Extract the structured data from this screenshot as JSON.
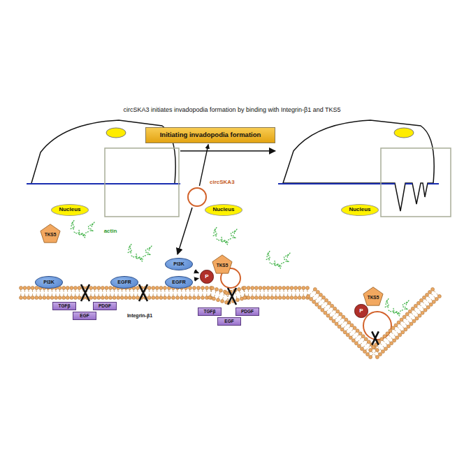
{
  "diagram": {
    "title": "circSKA3 initiates invadopodia formation by binding with Integrin-β1 and TKS5",
    "nodes": [
      {
        "text": [
          "Initiating invadopodia formation"
        ]
      },
      {
        "text": [
          "circSKA3"
        ]
      },
      {
        "text": [
          "Nucleus"
        ]
      },
      {
        "text": [
          "Nucleus"
        ]
      },
      {
        "text": [
          "Nucleus"
        ]
      },
      {
        "text": [
          "TKS5"
        ]
      },
      {
        "text": [
          "PI3K"
        ]
      },
      {
        "text": [
          "EGFR"
        ]
      },
      {
        "text": [
          "TGFβ"
        ]
      },
      {
        "text": [
          "PDGF"
        ]
      },
      {
        "text": [
          "EGF"
        ]
      },
      {
        "text": [
          "PI3K"
        ]
      },
      {
        "text": [
          "EGFR"
        ]
      },
      {
        "text": [
          "TKS5"
        ]
      },
      {
        "text": [
          "P"
        ]
      },
      {
        "text": [
          "TGFβ"
        ]
      },
      {
        "text": [
          "PDGF"
        ]
      },
      {
        "text": [
          "EGF"
        ]
      },
      {
        "text": [
          "TKS5"
        ]
      },
      {
        "text": [
          "P"
        ]
      }
    ],
    "edges": [
      {
        "from": 1,
        "to": 0,
        "arrow": "to"
      },
      {
        "from": 11,
        "to": 14,
        "arrow": "to"
      },
      {
        "from": 12,
        "to": 14,
        "arrow": "to"
      }
    ],
    "labels": [
      "actin",
      "Integrin-β1"
    ]
  }
}
